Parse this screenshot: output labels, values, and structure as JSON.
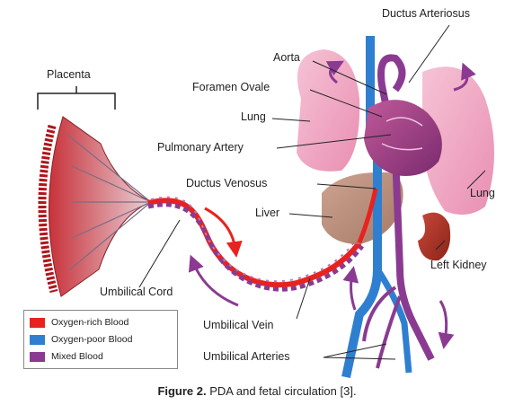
{
  "labels": {
    "ductus_arteriosus": "Ductus Arteriosus",
    "aorta": "Aorta",
    "placenta": "Placenta",
    "foramen_ovale": "Foramen Ovale",
    "lung_left": "Lung",
    "pulmonary_artery": "Pulmonary Artery",
    "ductus_venosus": "Ductus Venosus",
    "liver": "Liver",
    "lung_right": "Lung",
    "left_kidney": "Left Kidney",
    "umbilical_cord": "Umbilical Cord",
    "umbilical_vein": "Umbilical Vein",
    "umbilical_arteries": "Umbilical Arteries"
  },
  "legend": [
    {
      "label": "Oxygen-rich Blood",
      "color": "#e8221e"
    },
    {
      "label": "Oxygen-poor Blood",
      "color": "#2f7fd0"
    },
    {
      "label": "Mixed Blood",
      "color": "#8b3a92"
    }
  ],
  "caption": {
    "figure": "Figure 2.",
    "text": " PDA and fetal circulation [3]."
  }
}
